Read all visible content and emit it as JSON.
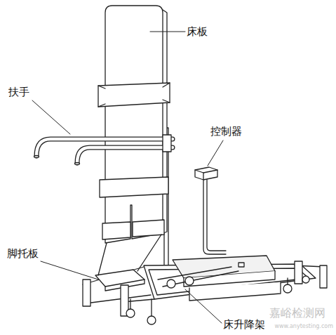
{
  "diagram": {
    "labels": [
      "床板",
      "扶手",
      "控制器",
      "脚托板",
      "床升降架",
      "嘉峪检测网",
      "www.anytesting.com"
    ]
  }
}
